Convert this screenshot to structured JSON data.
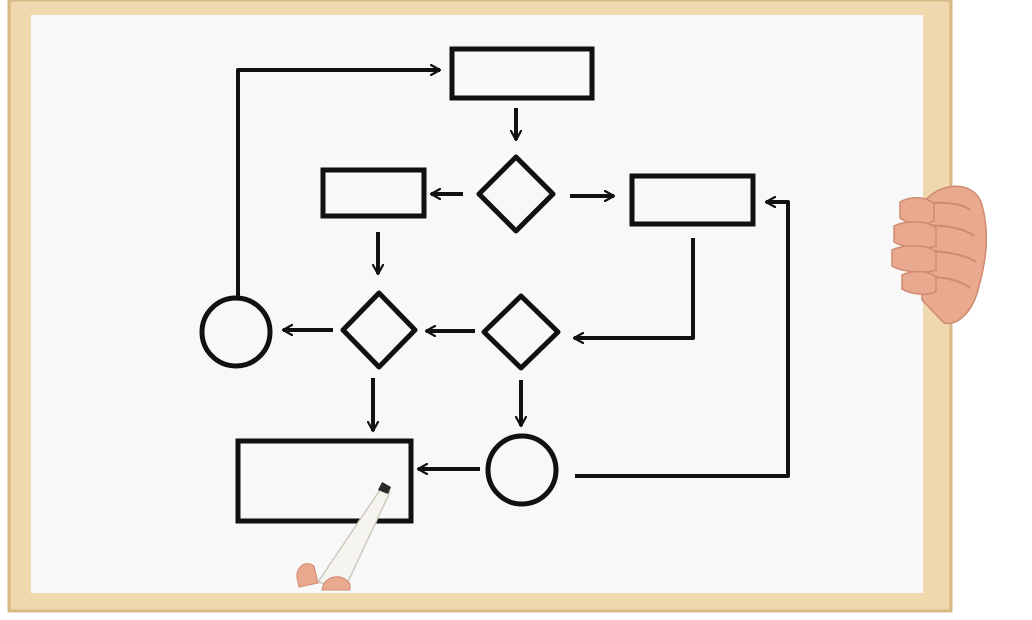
{
  "colors": {
    "page_background": "#ffffff",
    "frame_wood": "#efd7ae",
    "frame_wood_dark": "#d7b987",
    "board_surface": "#f8f8f9",
    "marker_ink": "#111111",
    "skin": "#e8a98e",
    "skin_shadow": "#cf8a70",
    "marker_body": "#f6f4ee"
  },
  "icons": {
    "frame": "wooden-frame",
    "board": "whiteboard",
    "hand": "holding-hand-icon",
    "marker": "marker-pen-icon"
  },
  "flowchart": {
    "rectangles": 4,
    "decision_diamonds": 3,
    "circles": 2,
    "arrows": 12
  }
}
